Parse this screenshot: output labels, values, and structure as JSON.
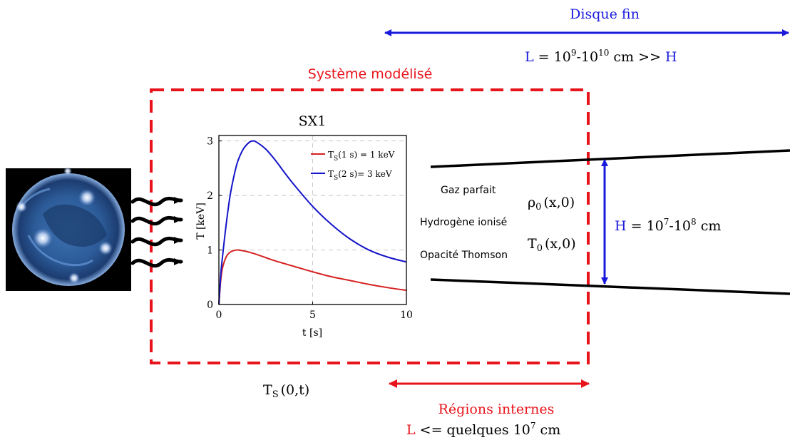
{
  "labels": {
    "disque_fin": "Disque fin",
    "L_main": "L",
    "L_range": " = 10",
    "L_exp1": "9",
    "L_dash": "-10",
    "L_exp2": "10",
    "L_cm": " cm >> ",
    "L_H": "H",
    "systeme": "Système modélisé",
    "sx1": "SX1",
    "gaz": "Gaz parfait",
    "hydrogene": "Hydrogène ionisé",
    "opacite": "Opacité Thomson",
    "rho": "ρ",
    "rho_sub": "0",
    "rho_args": "(x,0)",
    "t0": "T",
    "t0_sub": "0",
    "t0_args": "(x,0)",
    "H_main": "H",
    "H_range": " = 10",
    "H_exp1": "7",
    "H_dash": "-10",
    "H_exp2": "8",
    "H_cm": " cm",
    "ts": "T",
    "ts_sub": "S",
    "ts_args": "(0,t)",
    "regions": "Régions internes",
    "reg_L": "L",
    "reg_text": " <= quelques 10",
    "reg_exp": "7",
    "reg_cm": " cm"
  },
  "colors": {
    "blue": "#1a1adb",
    "red": "#e8141b",
    "black": "#000000",
    "curve_red": "#d62020",
    "curve_blue": "#1414c8"
  },
  "chart_data": {
    "type": "line",
    "title": "SX1",
    "xlabel": "t [s]",
    "ylabel": "T [keV]",
    "xlim": [
      0,
      10
    ],
    "ylim": [
      0,
      3.1
    ],
    "x_ticks": [
      0,
      5,
      10
    ],
    "y_ticks": [
      0,
      1,
      2,
      3
    ],
    "grid": true,
    "legend_position": "top-right",
    "series": [
      {
        "name": "T_S(1 s) = 1 keV",
        "legend_main": "T",
        "legend_sub": "S",
        "legend_rest": "(1 s) = 1 keV",
        "color": "#d62020",
        "x": [
          0,
          0.1,
          0.2,
          0.4,
          0.6,
          0.8,
          1.0,
          1.2,
          1.5,
          2,
          2.5,
          3,
          4,
          5,
          6,
          7,
          8,
          9,
          10
        ],
        "y": [
          0,
          0.45,
          0.68,
          0.88,
          0.96,
          0.99,
          1.0,
          0.99,
          0.97,
          0.92,
          0.86,
          0.8,
          0.7,
          0.6,
          0.51,
          0.44,
          0.37,
          0.31,
          0.26
        ]
      },
      {
        "name": "T_S(2 s) = 3 keV",
        "legend_main": "T",
        "legend_sub": "S",
        "legend_rest": "(2 s)= 3 keV",
        "color": "#1414c8",
        "x": [
          0,
          0.1,
          0.2,
          0.4,
          0.6,
          0.8,
          1.0,
          1.3,
          1.6,
          1.8,
          2.0,
          2.5,
          3,
          3.5,
          4,
          5,
          6,
          7,
          8,
          9,
          10
        ],
        "y": [
          0,
          0.55,
          0.9,
          1.5,
          2.0,
          2.35,
          2.62,
          2.85,
          2.97,
          3.0,
          2.98,
          2.85,
          2.65,
          2.42,
          2.2,
          1.8,
          1.47,
          1.2,
          1.0,
          0.87,
          0.78
        ]
      }
    ]
  }
}
